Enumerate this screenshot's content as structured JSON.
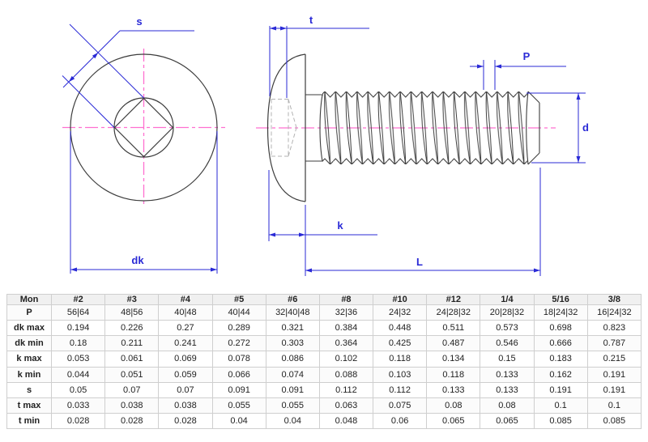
{
  "colors": {
    "dimension_blue": "#2a2ad6",
    "centerline_pink": "#ff6fd0",
    "outline_dark": "#3d3d3d",
    "hidden_gray": "#b3b3b3",
    "table_border": "#cfcfcf",
    "table_header_bg": "#f0f0f0"
  },
  "drawing": {
    "labels": {
      "s": "s",
      "dk": "dk",
      "t": "t",
      "k": "k",
      "P": "P",
      "d": "d",
      "L": "L"
    }
  },
  "table": {
    "columns": [
      "Mon",
      "#2",
      "#3",
      "#4",
      "#5",
      "#6",
      "#8",
      "#10",
      "#12",
      "1/4",
      "5/16",
      "3/8"
    ],
    "rows": [
      {
        "label": "P",
        "values": [
          "56|64",
          "48|56",
          "40|48",
          "40|44",
          "32|40|48",
          "32|36",
          "24|32",
          "24|28|32",
          "20|28|32",
          "18|24|32",
          "16|24|32"
        ]
      },
      {
        "label": "dk max",
        "values": [
          "0.194",
          "0.226",
          "0.27",
          "0.289",
          "0.321",
          "0.384",
          "0.448",
          "0.511",
          "0.573",
          "0.698",
          "0.823"
        ]
      },
      {
        "label": "dk min",
        "values": [
          "0.18",
          "0.211",
          "0.241",
          "0.272",
          "0.303",
          "0.364",
          "0.425",
          "0.487",
          "0.546",
          "0.666",
          "0.787"
        ]
      },
      {
        "label": "k max",
        "values": [
          "0.053",
          "0.061",
          "0.069",
          "0.078",
          "0.086",
          "0.102",
          "0.118",
          "0.134",
          "0.15",
          "0.183",
          "0.215"
        ]
      },
      {
        "label": "k min",
        "values": [
          "0.044",
          "0.051",
          "0.059",
          "0.066",
          "0.074",
          "0.088",
          "0.103",
          "0.118",
          "0.133",
          "0.162",
          "0.191"
        ]
      },
      {
        "label": "s",
        "values": [
          "0.05",
          "0.07",
          "0.07",
          "0.091",
          "0.091",
          "0.112",
          "0.112",
          "0.133",
          "0.133",
          "0.191",
          "0.191"
        ]
      },
      {
        "label": "t max",
        "values": [
          "0.033",
          "0.038",
          "0.038",
          "0.055",
          "0.055",
          "0.063",
          "0.075",
          "0.08",
          "0.08",
          "0.1",
          "0.1"
        ]
      },
      {
        "label": "t min",
        "values": [
          "0.028",
          "0.028",
          "0.028",
          "0.04",
          "0.04",
          "0.048",
          "0.06",
          "0.065",
          "0.065",
          "0.085",
          "0.085"
        ]
      }
    ]
  }
}
